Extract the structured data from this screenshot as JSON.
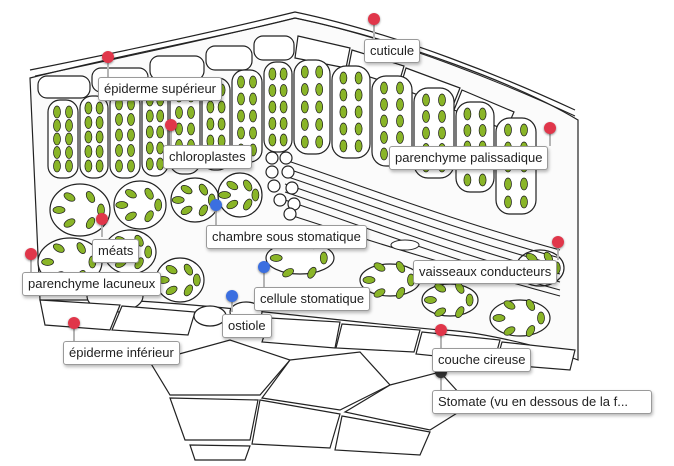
{
  "colors": {
    "red_pin": "#e0364a",
    "blue_pin": "#3b6fe0",
    "dark_pin": "#333333",
    "chloroplast": "#8ab528",
    "cell_outline": "#222222"
  },
  "labels": {
    "cuticule": "cuticule",
    "epiderme_superieur": "épiderme supérieur",
    "chloroplastes": "chloroplastes",
    "parenchyme_palissadique": "parenchyme palissadique",
    "chambre_sous_stomatique": "chambre sous stomatique",
    "meats": "méats",
    "vaisseaux_conducteurs": "vaisseaux conducteurs",
    "parenchyme_lacuneux": "parenchyme lacuneux",
    "cellule_stomatique": "cellule stomatique",
    "ostiole": "ostiole",
    "epiderme_inferieur": "épiderme inférieur",
    "couche_cireuse": "couche cireuse",
    "stomate": "Stomate (vu en dessous de la f..."
  }
}
